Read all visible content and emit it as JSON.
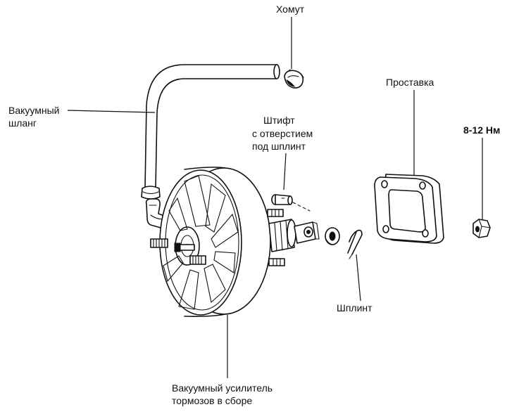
{
  "labels": {
    "clamp": "Хомут",
    "vacuum_hose_line1": "Вакуумный",
    "vacuum_hose_line2": "шланг",
    "pin_line1": "Штифт",
    "pin_line2": "с отверстием",
    "pin_line3": "под шплинт",
    "spacer": "Проставка",
    "torque": "8-12 Нм",
    "cotter_pin": "Шплинт",
    "booster_line1": "Вакуумный усилитель",
    "booster_line2": "тормозов в сборе"
  }
}
